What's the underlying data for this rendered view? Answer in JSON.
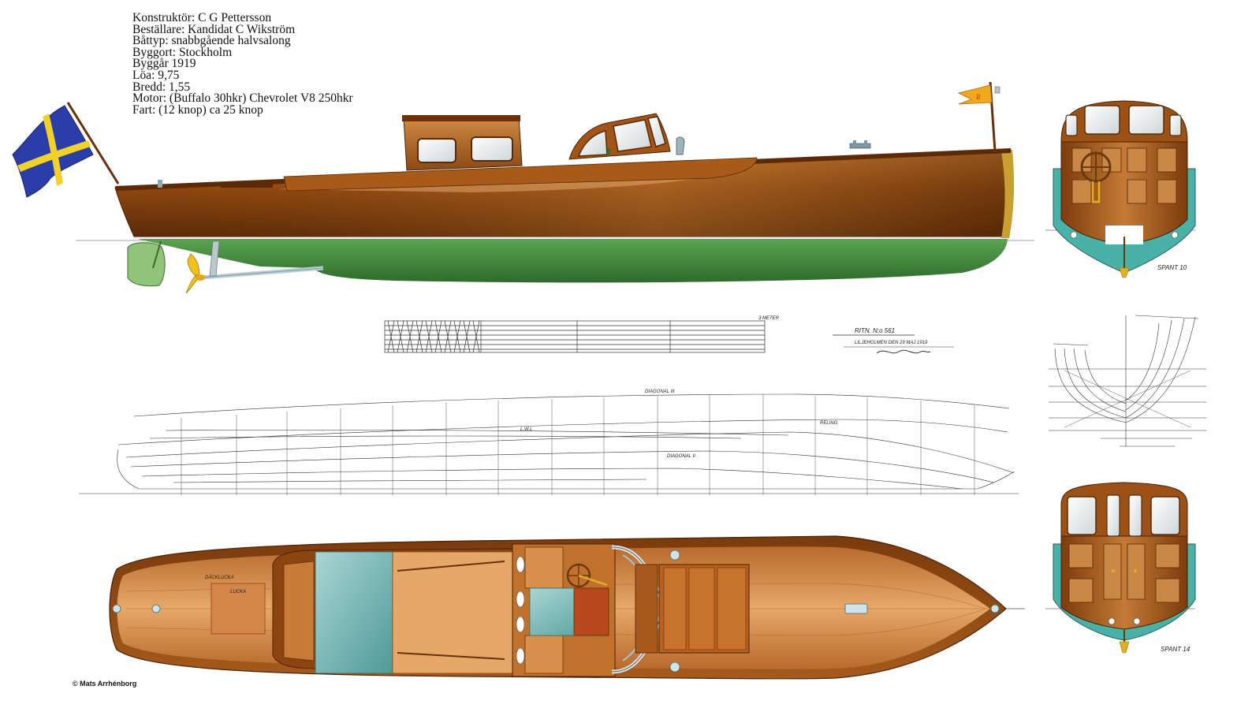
{
  "specs": {
    "konstruktor": "Konstruktör: C G Pettersson",
    "bestallare": "Beställare: Kandidat C Wikström",
    "battyp": "Båttyp: snabbgående halvsalong",
    "byggort": "Byggort: Stockholm",
    "byggar": "Byggår 1919",
    "loa": "Löa: 9,75",
    "bredd": "Bredd: 1,55",
    "motor": "Motor: (Buffalo 30hkr) Chevrolet V8  250hkr",
    "fart": "Fart: (12 knop)  ca 25 knop"
  },
  "drawing": {
    "ritn": "RITN. N:o 561",
    "date": "LILJEHOLMEN DEN 29 MAJ 1919",
    "scale_end": "3 METER",
    "spant10": "SPANT 10",
    "spant14": "SPANT 14",
    "diagonal3": "DIAGONAL III",
    "diagonal2": "DIAGONAL II",
    "relinq": "RELING",
    "lwl": "L.W.L",
    "dacklucka": "DÄCKLUCKA",
    "lucka": "LUCKA"
  },
  "copyright": "© Mats Arrhénborg",
  "icons": {
    "flag": "swedish-flag-icon",
    "pennant": "pennant-flag-icon",
    "steering": "steering-wheel-icon"
  },
  "colors": {
    "hull_wood": "#9a4f14",
    "antifouling": "#3f8a3a",
    "deck_wood": "#d9924f",
    "cabin_floor": "#78b9b8",
    "flag_blue": "#2b3da8",
    "flag_yellow": "#f1d02a"
  }
}
